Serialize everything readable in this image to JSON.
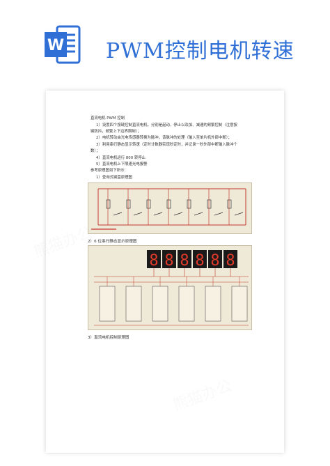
{
  "header": {
    "title": "PWM控制电机转速",
    "logo_icon": "word-icon",
    "brand_color": "#2f6fd6"
  },
  "doc": {
    "heading": "直流电机 PWM 控制",
    "lines": [
      "1）设置四个按键控制直流电机，分别是起动、停止以及加、减速的频繁控制（注意按",
      "键防抖，频繁上下边界限制）；",
      "2）电机转动由光电传感器转换为脉冲，该脉冲的处理（输入至单片机外部中断）；",
      "3）利用串行静态显示转速（定时计数器实现秒定时，并记录一秒外部中断输入脉冲个",
      "数）；",
      "4）直流电机运行 800 转停止",
      "5）直流电机上下限速光电报警",
      "参考原理图如下所示：",
      "1）查询式键盘原理图"
    ],
    "caption_2": "2）6 位串行静态显示原理图",
    "caption_3": "3）直流电机控制原理图"
  },
  "digits": [
    "8",
    "8",
    "8",
    "8",
    "8",
    "8"
  ],
  "watermark": "熊猫办公"
}
